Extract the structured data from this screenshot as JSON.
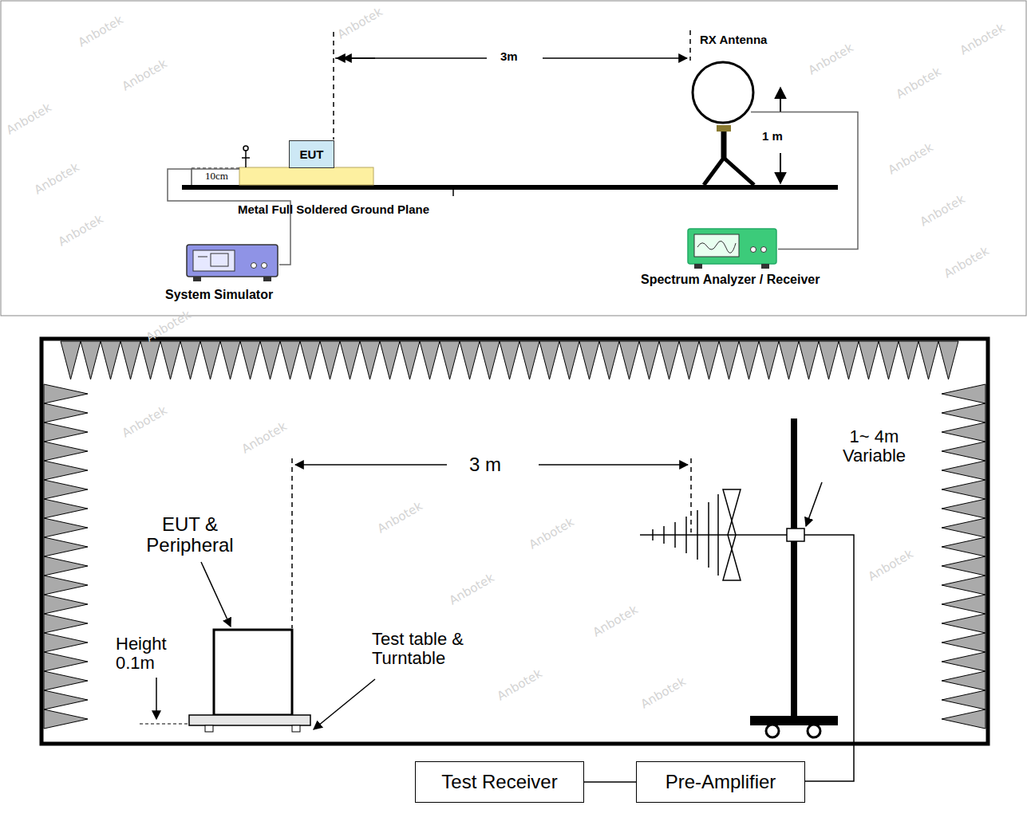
{
  "diagram": {
    "nodes": [
      {
        "text": [
          "EUT"
        ]
      },
      {
        "text": [
          "System Simulator"
        ]
      },
      {
        "text": [
          "Spectrum Analyzer / Receiver"
        ]
      },
      {
        "text": [
          "RX Antenna"
        ]
      },
      {
        "text": [
          "Test Receiver"
        ]
      },
      {
        "text": [
          "Pre-Amplifier"
        ]
      }
    ],
    "edges": [
      {
        "from": 3,
        "to": 2,
        "arrow": "none"
      },
      {
        "from": 4,
        "to": 5,
        "arrow": "none"
      }
    ],
    "labels": [
      "3m",
      "1 m",
      "10cm",
      "Metal Full Soldered Ground Plane",
      "3 m",
      "1~ 4m Variable",
      "EUT & Peripheral",
      "Height 0.1m",
      "Test table & Turntable",
      "Anbotek",
      "Anbotek",
      "Anbotek",
      "Anbotek",
      "Anbotek",
      "Anbotek",
      "Anbotek",
      "Anbotek",
      "Anbotek",
      "Anbotek",
      "Anbotek",
      "Anbotek",
      "Anbotek",
      "Anbotek",
      "Anbotek",
      "Anbotek",
      "Anbotek",
      "Anbotek",
      "Anbotek",
      "Anbotek",
      "Anbotek",
      "Anbotek"
    ]
  }
}
